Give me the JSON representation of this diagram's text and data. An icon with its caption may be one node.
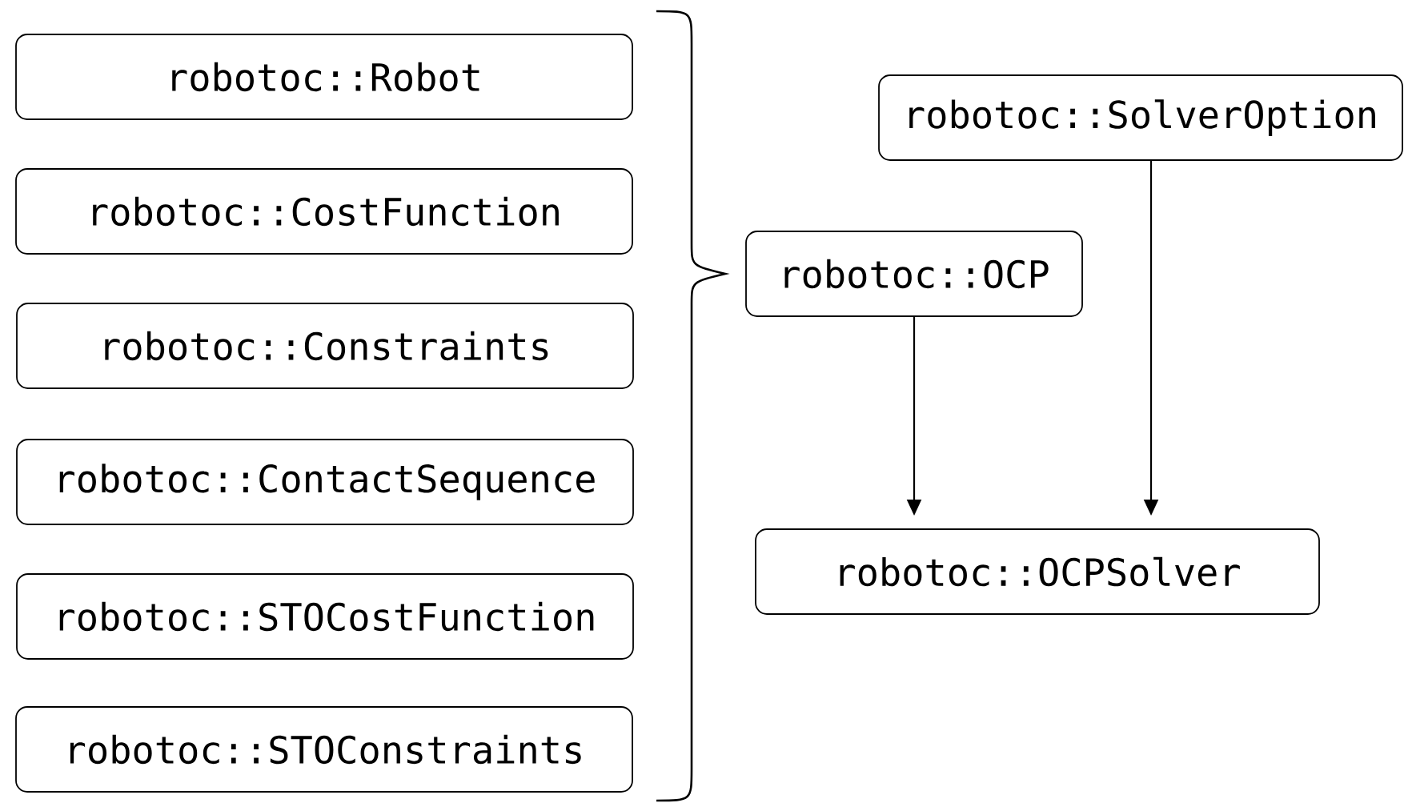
{
  "diagram": {
    "nodes": [
      {
        "text": [
          "robotoc::Robot"
        ]
      },
      {
        "text": [
          "robotoc::CostFunction"
        ]
      },
      {
        "text": [
          "robotoc::Constraints"
        ]
      },
      {
        "text": [
          "robotoc::ContactSequence"
        ]
      },
      {
        "text": [
          "robotoc::STOCostFunction"
        ]
      },
      {
        "text": [
          "robotoc::STOConstraints"
        ]
      },
      {
        "text": [
          "robotoc::SolverOption"
        ]
      },
      {
        "text": [
          "robotoc::OCP"
        ]
      },
      {
        "text": [
          "robotoc::OCPSolver"
        ]
      }
    ],
    "edges": [
      {
        "from": 7,
        "to": 8,
        "arrow": "to"
      },
      {
        "from": 6,
        "to": 8,
        "arrow": "to"
      }
    ]
  }
}
